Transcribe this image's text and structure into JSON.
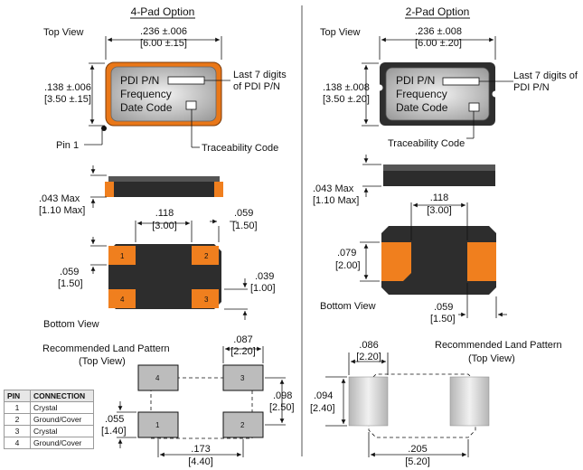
{
  "left": {
    "title": "4-Pad Option",
    "top_view": "Top View",
    "width_dim": ".236 ±.006",
    "width_dim_mm": "[6.00 ±.15]",
    "height_dim": ".138 ±.006",
    "height_dim_mm": "[3.50 ±.15]",
    "marking_pn": "PDI P/N",
    "marking_freq": "Frequency",
    "marking_date": "Date Code",
    "callout_last7_a": "Last 7 digits",
    "callout_last7_b": "of PDI P/N",
    "pin1": "Pin 1",
    "traceability": "Traceability Code",
    "max_h": ".043 Max",
    "max_h_mm": "[1.10 Max]",
    "pitch": ".118",
    "pitch_mm": "[3.00]",
    "pad_w": ".059",
    "pad_w_mm": "[1.50]",
    "pad_h": ".059",
    "pad_h_mm": "[1.50]",
    "pad_gap": ".039",
    "pad_gap_mm": "[1.00]",
    "pad_labels": [
      "1",
      "2",
      "3",
      "4"
    ],
    "bottom_view": "Bottom View",
    "land_title": "Recommended Land Pattern",
    "land_subtitle": "(Top View)",
    "land_pad_w": ".087",
    "land_pad_w_mm": "[2.20]",
    "land_pitch_v": ".098",
    "land_pitch_v_mm": "[2.50]",
    "land_pad_h": ".055",
    "land_pad_h_mm": "[1.40]",
    "land_pitch_h": ".173",
    "land_pitch_h_mm": "[4.40]",
    "land_pad_labels": [
      "4",
      "3",
      "1",
      "2"
    ]
  },
  "right": {
    "title": "2-Pad Option",
    "top_view": "Top View",
    "width_dim": ".236 ±.008",
    "width_dim_mm": "[6.00 ±.20]",
    "height_dim": ".138 ±.008",
    "height_dim_mm": "[3.50 ±.20]",
    "marking_pn": "PDI P/N",
    "marking_freq": "Frequency",
    "marking_date": "Date Code",
    "callout_last7_a": "Last 7 digits of",
    "callout_last7_b": "PDI P/N",
    "traceability": "Traceability Code",
    "max_h": ".043 Max",
    "max_h_mm": "[1.10 Max]",
    "pitch": ".118",
    "pitch_mm": "[3.00]",
    "pad_h": ".079",
    "pad_h_mm": "[2.00]",
    "pad_w": ".059",
    "pad_w_mm": "[1.50]",
    "bottom_view": "Bottom View",
    "land_title": "Recommended Land Pattern",
    "land_subtitle": "(Top View)",
    "land_pad_w": ".086",
    "land_pad_w_mm": "[2.20]",
    "land_pad_h": ".094",
    "land_pad_h_mm": "[2.40]",
    "land_pitch_h": ".205",
    "land_pitch_h_mm": "[5.20]"
  },
  "pin_table": {
    "headers": [
      "PIN",
      "CONNECTION"
    ],
    "rows": [
      [
        "1",
        "Crystal"
      ],
      [
        "2",
        "Ground/Cover"
      ],
      [
        "3",
        "Crystal"
      ],
      [
        "4",
        "Ground/Cover"
      ]
    ]
  },
  "colors": {
    "pad": "#f07f1e",
    "body_dark": "#2d2d2d",
    "lid_grey": "#b8b8b8",
    "land_grey": "#bdbdbd"
  }
}
